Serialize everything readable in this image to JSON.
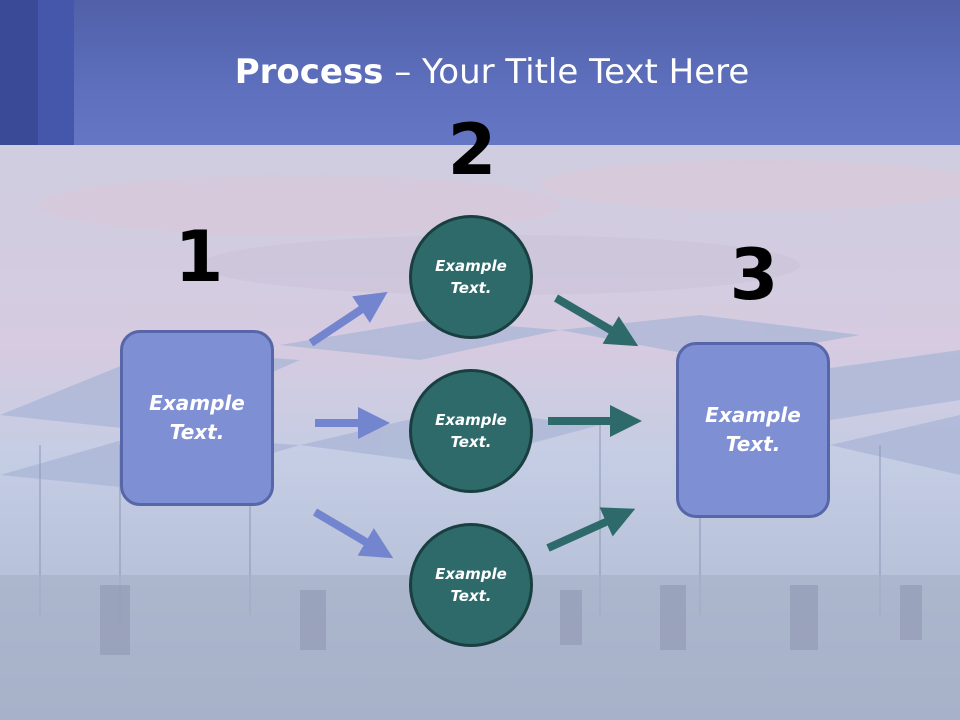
{
  "title": {
    "bold": "Process",
    "rest": " – Your Title Text Here"
  },
  "steps": {
    "one": "1",
    "two": "2",
    "three": "3"
  },
  "left_box": {
    "line1": "Example",
    "line2": "Text."
  },
  "right_box": {
    "line1": "Example",
    "line2": "Text."
  },
  "circles": [
    {
      "line1": "Example",
      "line2": "Text."
    },
    {
      "line1": "Example",
      "line2": "Text."
    },
    {
      "line1": "Example",
      "line2": "Text."
    }
  ],
  "colors": {
    "header": "#5d6fbd",
    "box_fill": "#7f8fd4",
    "circle_fill": "#2f6a6b",
    "arrow_left": "#7485cf",
    "arrow_right": "#2f6a6b"
  }
}
